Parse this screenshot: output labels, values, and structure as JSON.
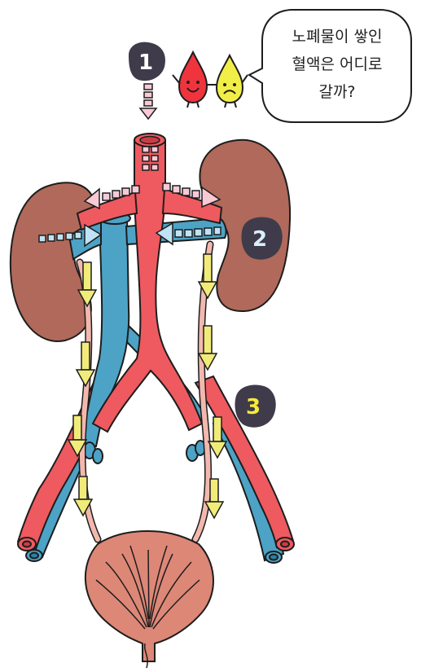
{
  "speech_bubble": {
    "lines": [
      "노폐물이 쌓인",
      "혈액은 어디로",
      "갈까?"
    ]
  },
  "steps": [
    {
      "number": "1"
    },
    {
      "number": "2"
    },
    {
      "number": "3"
    }
  ],
  "colors": {
    "artery": "#ee5a5f",
    "vein": "#4ca3c6",
    "kidney": "#b0695a",
    "ureter": "#f2b8ae",
    "bladder": "#dd8777",
    "arrow_pink": "#f9c9d6",
    "arrow_blue": "#bfe3f4",
    "arrow_yellow": "#f1ec7a",
    "badge": "#3f3b4b",
    "blood_drop": "#f0343d",
    "waste_drop": "#f2ee48"
  }
}
